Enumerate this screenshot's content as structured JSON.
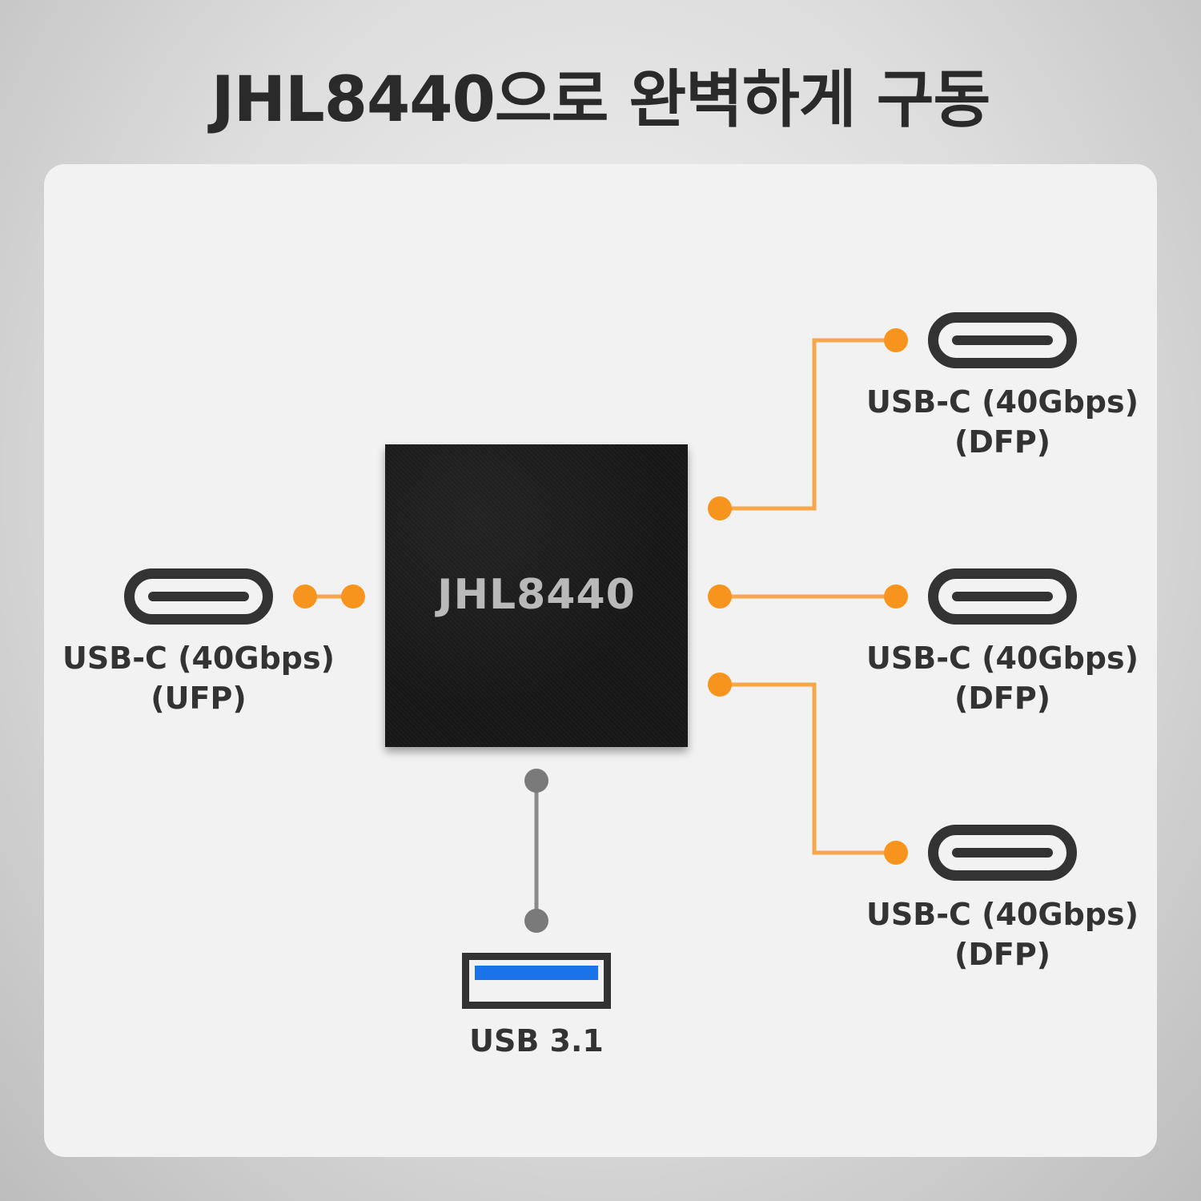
{
  "title": "JHL8440으로 완벽하게 구동",
  "chip": {
    "label": "JHL8440"
  },
  "ports": {
    "ufp": {
      "line1": "USB-C (40Gbps)",
      "line2": "(UFP)"
    },
    "dfp_top": {
      "line1": "USB-C (40Gbps)",
      "line2": "(DFP)"
    },
    "dfp_middle": {
      "line1": "USB-C (40Gbps)",
      "line2": "(DFP)"
    },
    "dfp_bottom": {
      "line1": "USB-C (40Gbps)",
      "line2": "(DFP)"
    },
    "usb_a": {
      "label": "USB 3.1"
    }
  },
  "colors": {
    "connector_orange": "#f7941d",
    "line_orange": "#f8a64a",
    "usb_a_gray": "#808080",
    "usb_a_blue": "#1a73e8"
  },
  "icons": [
    "usb-c-port-icon",
    "usb-a-port-icon",
    "chip-icon"
  ]
}
